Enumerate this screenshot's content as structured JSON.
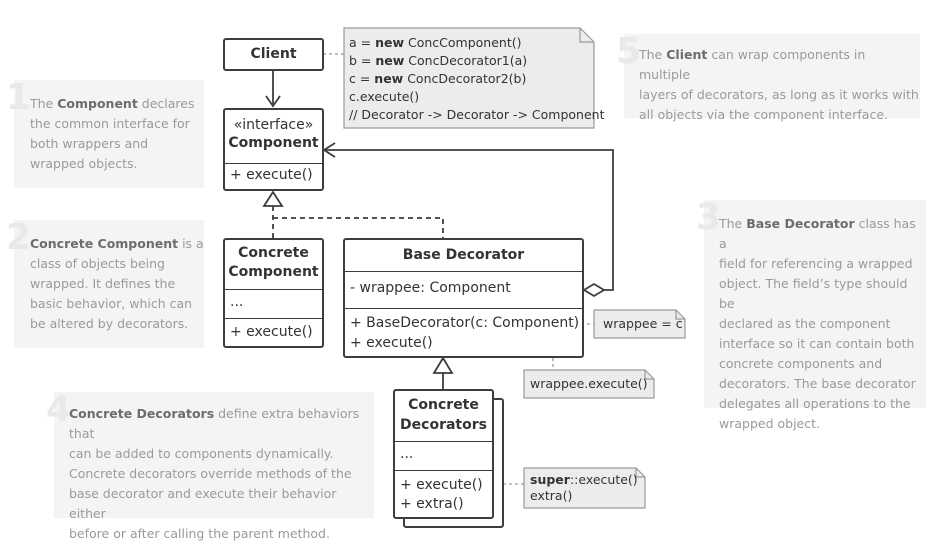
{
  "notes": {
    "n1": {
      "number": "1",
      "b1": "Component",
      "t1a": "The ",
      "t1b": " declares",
      "l2": "the common interface for",
      "l3": "both wrappers and",
      "l4": "wrapped objects."
    },
    "n2": {
      "number": "2",
      "b1": "Concrete Component",
      "t1": " is a",
      "l2": "class of objects being",
      "l3": "wrapped. It defines the",
      "l4": "basic behavior, which can",
      "l5": "be altered by decorators."
    },
    "n3": {
      "number": "3",
      "t1a": "The ",
      "b1": "Base Decorator",
      "t1b": " class has a",
      "l2": "field for referencing a wrapped",
      "l3": "object. The field’s type should be",
      "l4": "declared as the component",
      "l5": "interface so it can contain both",
      "l6": "concrete components and",
      "l7": "decorators. The base decorator",
      "l8": "delegates all operations to the",
      "l9": "wrapped object."
    },
    "n4": {
      "number": "4",
      "b1": "Concrete Decorators",
      "t1": " define extra behaviors that",
      "l2": "can be added to components dynamically.",
      "l3": "Concrete decorators override methods of the",
      "l4": "base decorator and execute their behavior either",
      "l5": "before or after calling the parent method."
    },
    "n5": {
      "number": "5",
      "t1a": "The ",
      "b1": "Client",
      "t1b": " can wrap components in multiple",
      "l2": "layers of decorators, as long as it works with",
      "l3": "all objects via the component interface."
    }
  },
  "classes": {
    "client": {
      "name": "Client"
    },
    "component": {
      "stereotype": "«interface»",
      "name": "Component",
      "method": "+ execute()"
    },
    "concrete_component": {
      "name1": "Concrete",
      "name2": "Component",
      "field": "...",
      "method": "+ execute()"
    },
    "base_decorator": {
      "name": "Base Decorator",
      "field": "- wrappee: Component",
      "ctor": "+ BaseDecorator(c: Component)",
      "method": "+ execute()"
    },
    "concrete_decorators": {
      "name1": "Concrete",
      "name2": "Decorators",
      "field": "...",
      "m1": "+ execute()",
      "m2": "+ extra()"
    }
  },
  "code_notes": {
    "client_code": {
      "l1a": "a = ",
      "l1kw": "new",
      "l1b": " ConcComponent()",
      "l2a": "b = ",
      "l2kw": "new",
      "l2b": " ConcDecorator1(a)",
      "l3a": "c = ",
      "l3kw": "new",
      "l3b": " ConcDecorator2(b)",
      "l4": "c.execute()",
      "l5": "// Decorator -> Decorator -> Component"
    },
    "wrappee_assign": "wrappee = c",
    "wrappee_exec": "wrappee.execute()",
    "super_exec": {
      "kw": "super",
      "rest": "::execute()",
      "l2": "extra()"
    }
  },
  "colors": {
    "line": "#3d3d3d",
    "note_fill": "#ececec",
    "bg_note": "#f4f4f4",
    "dashed": "#aaaaaa"
  }
}
